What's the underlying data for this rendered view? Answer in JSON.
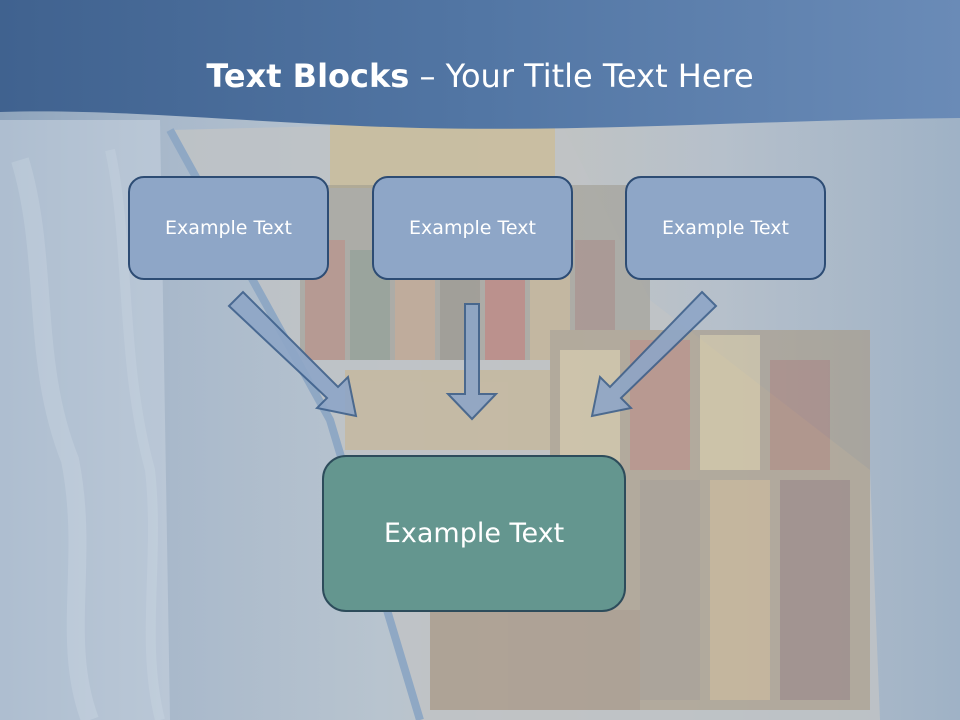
{
  "slide": {
    "title_bold": "Text Blocks",
    "title_separator": " – ",
    "title_rest": "Your Title Text Here",
    "blocks": [
      {
        "label": "Example Text"
      },
      {
        "label": "Example Text"
      },
      {
        "label": "Example Text"
      }
    ],
    "target_block": {
      "label": "Example Text"
    }
  },
  "colors": {
    "header_band": "#4a6e9e",
    "small_box_fill": "#8ea6c7",
    "small_box_border": "#2d4c74",
    "big_box_fill": "#64968f",
    "big_box_border": "#2d4c5b",
    "arrow_fill": "#8ea6c7"
  }
}
